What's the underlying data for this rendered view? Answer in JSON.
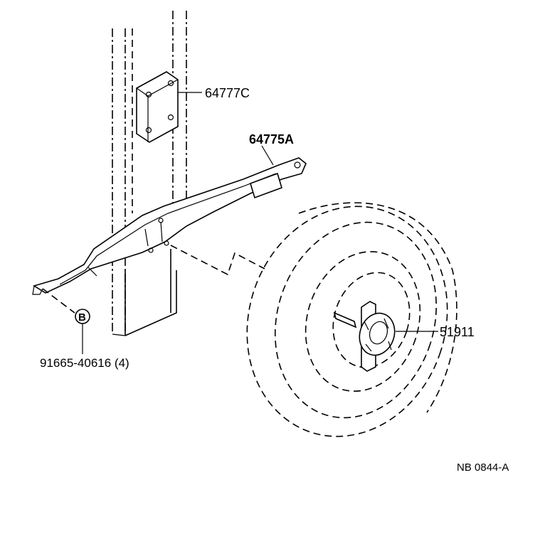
{
  "labels": {
    "part_64777c": "64777C",
    "part_64775a": "64775A",
    "part_51911": "51911",
    "part_91665": "91665-40616 (4)",
    "callout_b": "B",
    "figure_code": "NB 0844-A"
  }
}
